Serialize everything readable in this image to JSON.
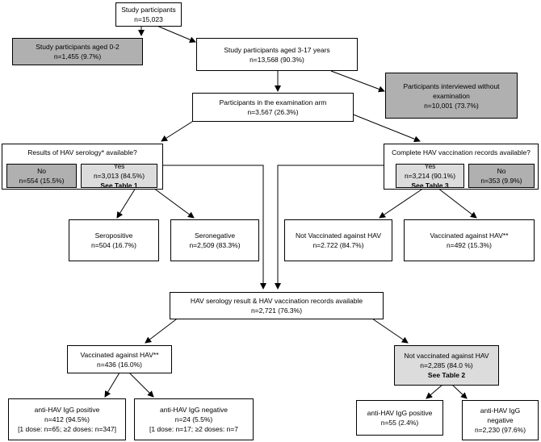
{
  "nodes": {
    "study_participants": {
      "title": "Study participants",
      "count": "n=15,023"
    },
    "aged_0_2": {
      "title": "Study participants aged 0-2",
      "count": "n=1,455 (9.7%)"
    },
    "aged_3_17": {
      "title": "Study participants aged 3-17 years",
      "count": "n=13,568 (90.3%)"
    },
    "interviewed_no_exam": {
      "title": "Participants interviewed without",
      "title2": "examination",
      "count": "n=10,001 (73.7%)"
    },
    "exam_arm": {
      "title": "Participants in the examination arm",
      "count": "n=3,567 (26.3%)"
    },
    "serology_available": {
      "title": "Results of HAV serology* available?"
    },
    "serology_no": {
      "title": "No",
      "count": "n=554 (15.5%)"
    },
    "serology_yes": {
      "title": "Yes",
      "count": "n=3,013 (84.5%)",
      "ref": "See Table 1"
    },
    "vacc_records_available": {
      "title": "Complete HAV vaccination records available?"
    },
    "vacc_yes": {
      "title": "Yes",
      "count": "n=3,214 (90.1%)",
      "ref": "See Table 3"
    },
    "vacc_no": {
      "title": "No",
      "count": "n=353 (9.9%)"
    },
    "seropositive": {
      "title": "Seropositive",
      "count": "n=504 (16.7%)"
    },
    "seronegative": {
      "title": "Seronegative",
      "count": "n=2,509 (83.3%)"
    },
    "not_vaccinated": {
      "title": "Not Vaccinated against HAV",
      "count": "n=2.722 (84.7%)"
    },
    "vaccinated": {
      "title": "Vaccinated against HAV**",
      "count": "n=492 (15.3%)"
    },
    "serology_and_records": {
      "title": "HAV serology result & HAV vaccination records available",
      "count": "n=2,721 (76.3%)"
    },
    "vaccinated_subset": {
      "title": "Vaccinated against HAV**",
      "count": "n=436 (16.0%)"
    },
    "not_vaccinated_subset": {
      "title": "Not vaccinated against HAV",
      "count": "n=2,285 (84.0 %)",
      "ref": "See Table 2"
    },
    "igg_pos_vacc": {
      "title": "anti-HAV IgG positive",
      "count": "n=412 (94.5%)",
      "detail": "[1 dose: n=65; ≥2 doses: n=347]"
    },
    "igg_neg_vacc": {
      "title": "anti-HAV IgG negative",
      "count": "n=24 (5.5%)",
      "detail": "[1 dose: n=17; ≥2 doses: n=7"
    },
    "igg_pos_unvacc": {
      "title": "anti-HAV IgG positive",
      "count": "n=55 (2.4%)"
    },
    "igg_neg_unvacc": {
      "title": "anti-HAV IgG",
      "title2": "negative",
      "count": "n=2,230 (97.6%)"
    }
  },
  "colors": {
    "dark_fill": "#b0b0b0",
    "light_fill": "#dcdcdc",
    "line": "#000000"
  }
}
